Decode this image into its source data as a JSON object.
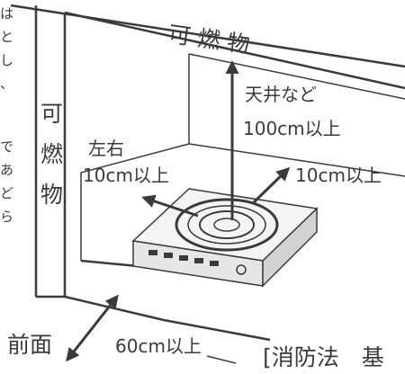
{
  "labels": {
    "top_combustible": "可 燃 物",
    "left_combustible": [
      "可",
      "燃",
      "物"
    ],
    "ceiling_title": "天井など",
    "ceiling_distance": "100cm以上",
    "left_right_title": "左右",
    "left_right_distance": "10cm以上",
    "back_distance": "10cm以上",
    "front_title": "前面",
    "front_distance": "60cm以上",
    "regulation": "[消防法　基"
  },
  "clipped_side_text": [
    "は",
    "と",
    "し",
    "、",
    "で",
    "あ",
    "ど",
    "ら"
  ],
  "colors": {
    "line": "#3a3a3a",
    "arrow_fill": "#d9d9d9"
  }
}
